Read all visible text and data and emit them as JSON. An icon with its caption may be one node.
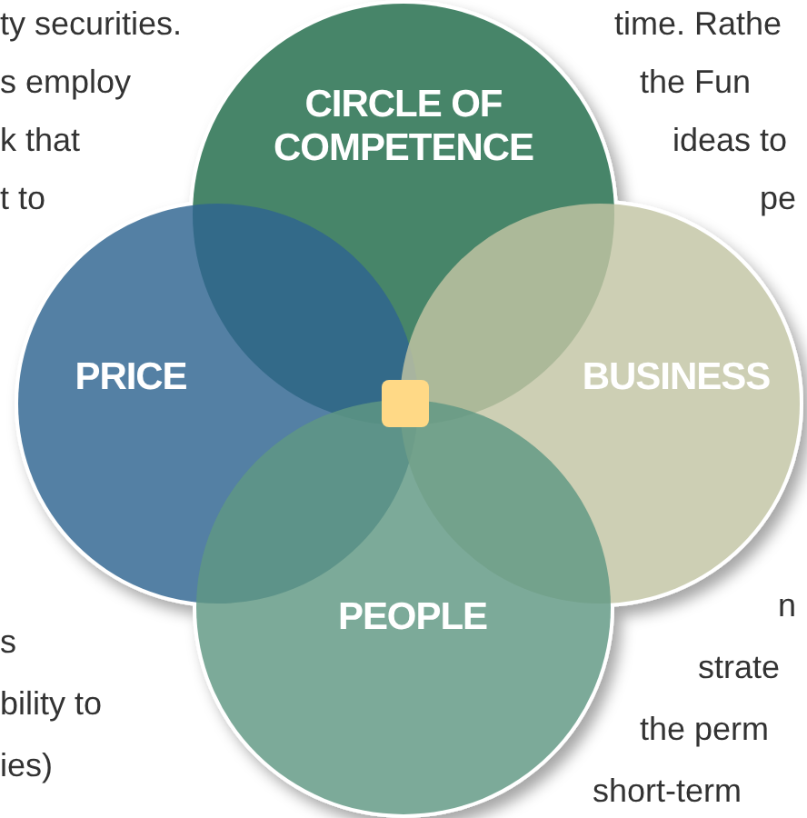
{
  "diagram": {
    "nodes": [
      {
        "text": [
          "CIRCLE OF COMPETENCE"
        ]
      },
      {
        "text": [
          "PRICE"
        ]
      },
      {
        "text": [
          "BUSINESS"
        ]
      },
      {
        "text": [
          "PEOPLE"
        ]
      }
    ],
    "labels": [
      "ty securities.",
      "time. Rathe",
      "s employ",
      "the Fun",
      "k that",
      "ideas to",
      "t to",
      "pe",
      "n",
      "s",
      "strate",
      "bility to",
      "the perm",
      "ies)",
      "short-term"
    ]
  }
}
